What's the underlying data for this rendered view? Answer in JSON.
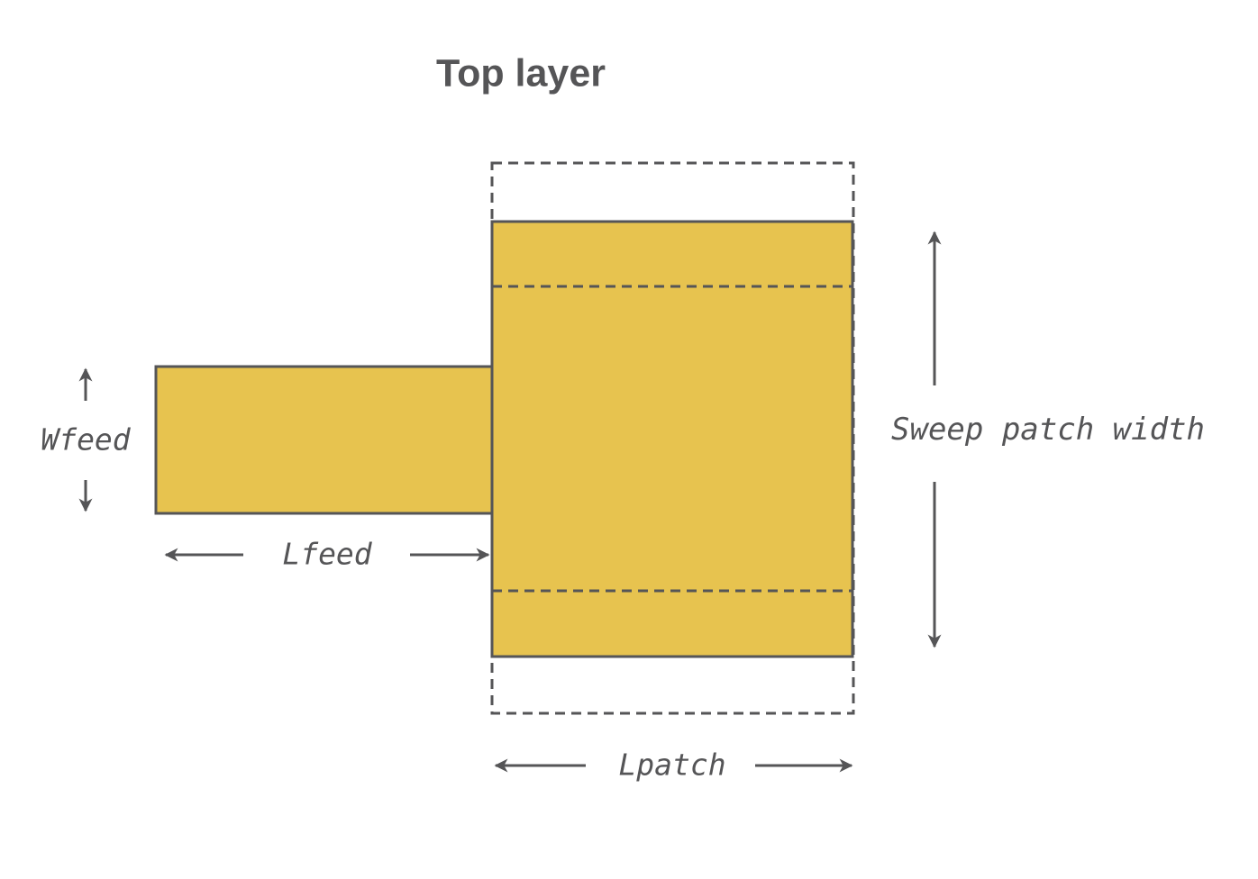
{
  "title": "Top layer",
  "colors": {
    "patch_fill": "#e7c34f",
    "line": "#555557",
    "text": "#555557",
    "background": "#ffffff"
  },
  "dimensions": {
    "wfeed_label": "Wfeed",
    "lfeed_label": "Lfeed",
    "lpatch_label": "Lpatch",
    "sweep_patch_width_label": "Sweep patch width"
  }
}
